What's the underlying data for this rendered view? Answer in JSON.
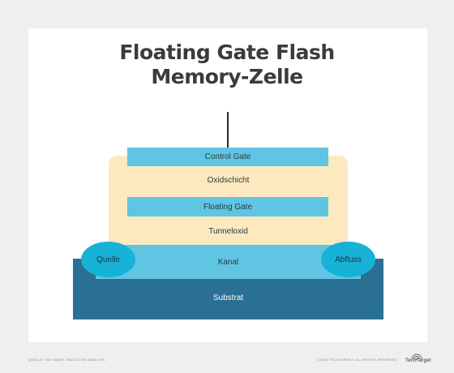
{
  "title": {
    "line1": "Floating Gate Flash",
    "line2": "Memory-Zelle"
  },
  "layers": {
    "control_gate": "Control Gate",
    "oxide": "Oxidschicht",
    "floating_gate": "Floating Gate",
    "tunnel_oxide": "Tunneloxid",
    "channel": "Kanal",
    "source": "Quelle",
    "drain": "Abfluss",
    "substrate": "Substrat"
  },
  "footer": {
    "source_note": "QUELLE: JIM HANDY, OBJECTIVE ANALYSIS",
    "copyright": "©2018 TECHTARGET. ALL RIGHTS RESERVED",
    "logo_text": "TechTarget"
  },
  "colors": {
    "background": "#efefef",
    "card": "#ffffff",
    "title": "#3b3b3b",
    "gate_strip": "#5fc5e2",
    "oxide_region": "#fde9bf",
    "source_drain": "#17b3d7",
    "substrate": "#2a6f94"
  }
}
